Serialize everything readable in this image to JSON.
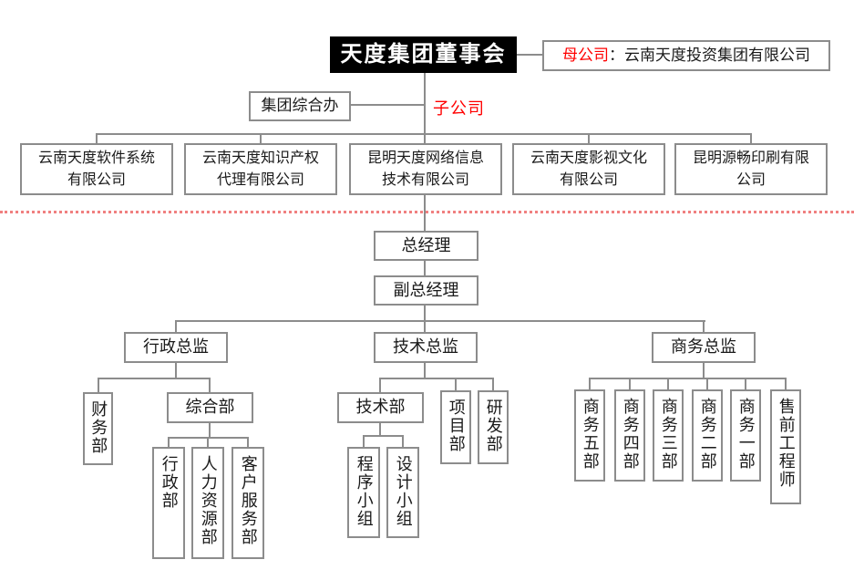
{
  "org": {
    "board": "天度集团董事会",
    "parent_label": "母公司",
    "parent_rest": "：云南天度投资集团有限公司",
    "office": "集团综合办",
    "subsidiary_label": "子公司",
    "companies": [
      "云南天度软件系统\n有限公司",
      "云南天度知识产权\n代理有限公司",
      "昆明天度网络信息\n技术有限公司",
      "云南天度影视文化\n有限公司",
      "昆明源畅印刷有限\n公司"
    ],
    "general_manager": "总经理",
    "deputy_general_manager": "副总经理",
    "directors": [
      "行政总监",
      "技术总监",
      "商务总监"
    ],
    "admin_branch": {
      "finance": "财务部",
      "general_affairs": "综合部",
      "subs": [
        "行政部",
        "人力资源部",
        "客户服务部"
      ]
    },
    "tech_branch": {
      "tech_dept": "技术部",
      "project_dept": "项目部",
      "rnd_dept": "研发部",
      "subs": [
        "程序小组",
        "设计小组"
      ]
    },
    "business_branch": {
      "depts": [
        "商务五部",
        "商务四部",
        "商务三部",
        "商务二部",
        "商务一部",
        "售前工程师"
      ]
    }
  },
  "colors": {
    "accent_red": "#ff0000",
    "divider_red": "#f08080",
    "line_gray": "#8c8c8c",
    "board_bg": "#000000",
    "board_text": "#ffffff"
  }
}
